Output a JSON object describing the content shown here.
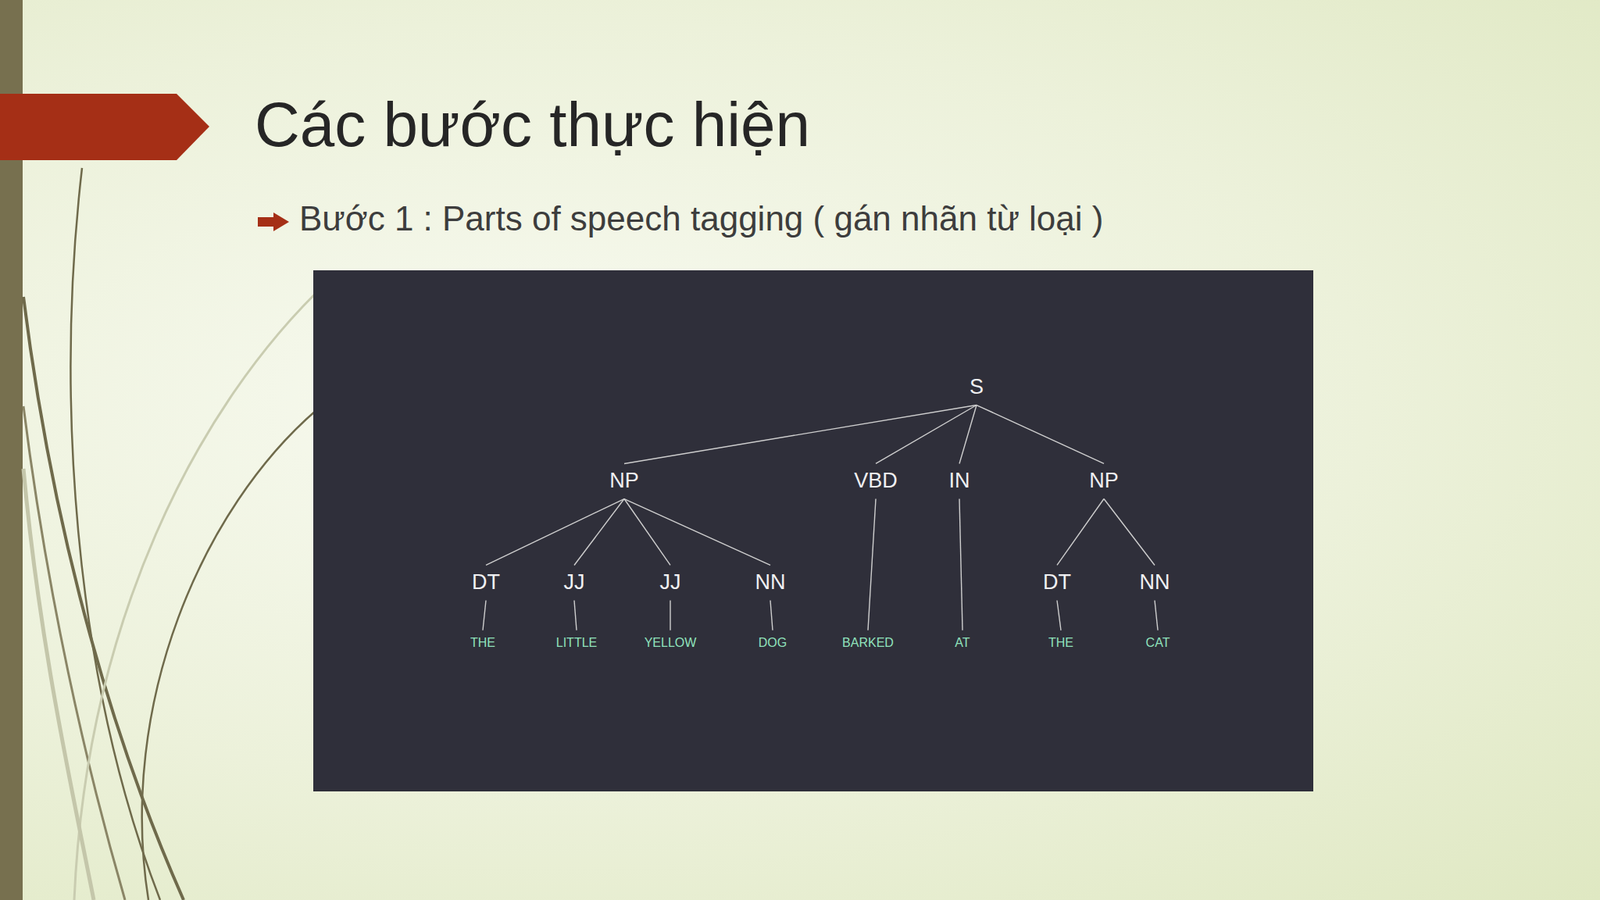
{
  "diagram": {
    "title": "Các bước thực hiện",
    "nodes": [
      {
        "text": [
          "S"
        ]
      },
      {
        "text": [
          "NP"
        ]
      },
      {
        "text": [
          "VBD"
        ]
      },
      {
        "text": [
          "IN"
        ]
      },
      {
        "text": [
          "NP"
        ]
      },
      {
        "text": [
          "DT"
        ]
      },
      {
        "text": [
          "JJ"
        ]
      },
      {
        "text": [
          "JJ"
        ]
      },
      {
        "text": [
          "NN"
        ]
      },
      {
        "text": [
          "DT"
        ]
      },
      {
        "text": [
          "NN"
        ]
      },
      {
        "text": [
          "THE"
        ]
      },
      {
        "text": [
          "LITTLE"
        ]
      },
      {
        "text": [
          "YELLOW"
        ]
      },
      {
        "text": [
          "DOG"
        ]
      },
      {
        "text": [
          "BARKED"
        ]
      },
      {
        "text": [
          "AT"
        ]
      },
      {
        "text": [
          "THE"
        ]
      },
      {
        "text": [
          "CAT"
        ]
      }
    ],
    "edges": [
      {
        "from": 0,
        "to": 1,
        "arrow": "none"
      },
      {
        "from": 0,
        "to": 2,
        "arrow": "none"
      },
      {
        "from": 0,
        "to": 3,
        "arrow": "none"
      },
      {
        "from": 0,
        "to": 4,
        "arrow": "none"
      },
      {
        "from": 1,
        "to": 5,
        "arrow": "none"
      },
      {
        "from": 1,
        "to": 6,
        "arrow": "none"
      },
      {
        "from": 1,
        "to": 7,
        "arrow": "none"
      },
      {
        "from": 1,
        "to": 8,
        "arrow": "none"
      },
      {
        "from": 4,
        "to": 9,
        "arrow": "none"
      },
      {
        "from": 4,
        "to": 10,
        "arrow": "none"
      },
      {
        "from": 5,
        "to": 11,
        "arrow": "none"
      },
      {
        "from": 6,
        "to": 12,
        "arrow": "none"
      },
      {
        "from": 7,
        "to": 13,
        "arrow": "none"
      },
      {
        "from": 8,
        "to": 14,
        "arrow": "none"
      },
      {
        "from": 2,
        "to": 15,
        "arrow": "none"
      },
      {
        "from": 3,
        "to": 16,
        "arrow": "none"
      },
      {
        "from": 9,
        "to": 17,
        "arrow": "none"
      },
      {
        "from": 10,
        "to": 18,
        "arrow": "none"
      }
    ],
    "labels": [
      "Bước 1 : Parts of speech tagging ( gán nhãn từ loại )"
    ]
  }
}
